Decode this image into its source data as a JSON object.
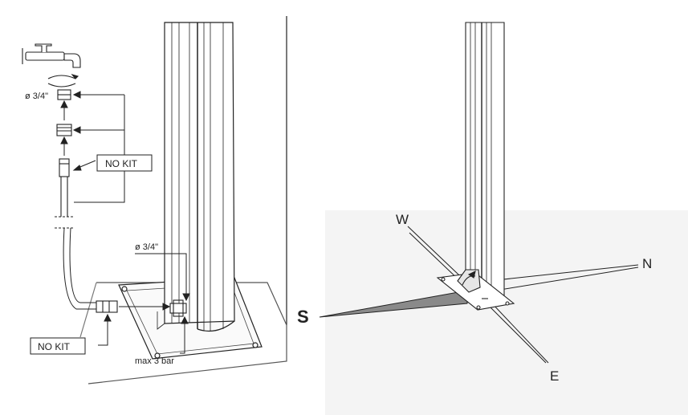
{
  "left_panel": {
    "labels": {
      "fitting_diameter_top": "ø 3/4\"",
      "no_kit_upper": "NO KIT",
      "fitting_diameter_base": "ø 3/4\"",
      "no_kit_lower": "NO KIT",
      "max_pressure": "max 3 bar"
    }
  },
  "right_panel": {
    "compass": {
      "n": "N",
      "s": "S",
      "e": "E",
      "w": "W"
    }
  },
  "colors": {
    "line": "#222222",
    "shade": "#8a8a8a",
    "floor": "#f4f4f4"
  }
}
